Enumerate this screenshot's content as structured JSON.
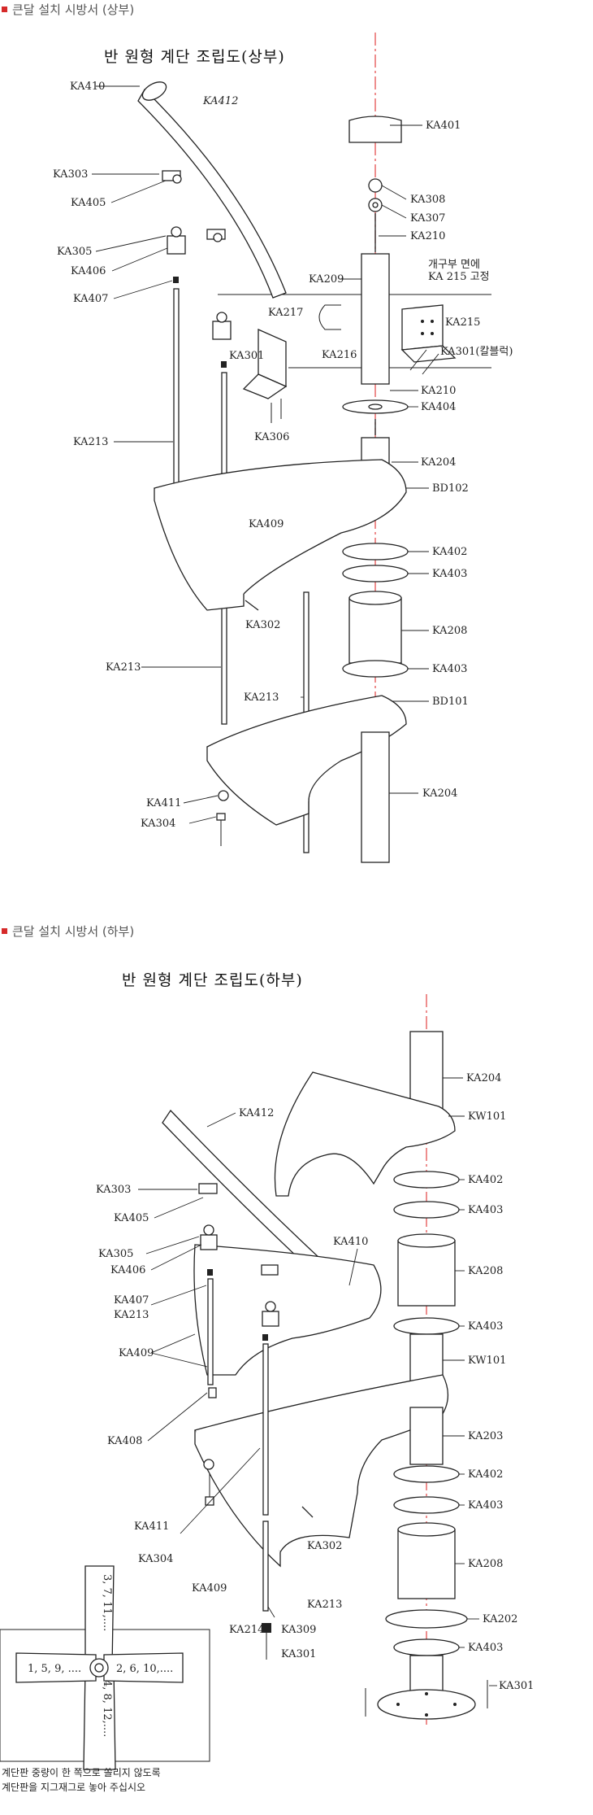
{
  "upper": {
    "section_title": "큰달 설치 시방서 (상부)",
    "diagram_title": "반 원형 계단 조립도(상부)",
    "labels": {
      "KA410": "KA410",
      "KA412": "KA412",
      "KA303": "KA303",
      "KA405": "KA405",
      "KA305": "KA305",
      "KA406": "KA406",
      "KA407": "KA407",
      "KA217": "KA217",
      "KA301a": "KA301",
      "KA306": "KA306",
      "KA213a": "KA213",
      "KA409": "KA409",
      "KA302": "KA302",
      "KA213b": "KA213",
      "KA213c": "KA213",
      "KA411": "KA411",
      "KA304": "KA304",
      "KA401": "KA401",
      "KA308": "KA308",
      "KA307": "KA307",
      "KA210a": "KA210",
      "KA209": "KA209",
      "KA216": "KA216",
      "KA215": "KA215",
      "KA301b": "KA301(칼블럭)",
      "KA210b": "KA210",
      "KA404": "KA404",
      "KA204a": "KA204",
      "BD102": "BD102",
      "KA402": "KA402",
      "KA403a": "KA403",
      "KA208": "KA208",
      "KA403b": "KA403",
      "BD101": "BD101",
      "KA204b": "KA204"
    },
    "note1": "개구부 면에",
    "note2": "KA 215 고정"
  },
  "lower": {
    "section_title": "큰달 설치 시방서 (하부)",
    "diagram_title": "반 원형 계단 조립도(하부)",
    "labels": {
      "KA412": "KA412",
      "KA303": "KA303",
      "KA405": "KA405",
      "KA305": "KA305",
      "KA406": "KA406",
      "KA410": "KA410",
      "KA407": "KA407",
      "KA213a": "KA213",
      "KA409a": "KA409",
      "KA408": "KA408",
      "KA411": "KA411",
      "KA304": "KA304",
      "KA409b": "KA409",
      "KA302": "KA302",
      "KA213b": "KA213",
      "KA214": "KA214",
      "KA309": "KA309",
      "KA301a": "KA301",
      "KA204": "KA204",
      "KW101a": "KW101",
      "KA402a": "KA402",
      "KA403a": "KA403",
      "KA208a": "KA208",
      "KA403b": "KA403",
      "KW101b": "KW101",
      "KA203": "KA203",
      "KA402b": "KA402",
      "KA403c": "KA403",
      "KA208b": "KA208",
      "KA202": "KA202",
      "KA403d": "KA403",
      "KA301b": "KA301"
    },
    "inset": {
      "left_group": "1, 5, 9, ....",
      "right_group": "2, 6, 10,....",
      "top_group": "3, 7, 11,....",
      "bottom_group": "4, 8, 12,....",
      "note_line1": "계단판 중량이 한 쪽으로 쏠리지 않도록",
      "note_line2": "계단판을 지그재그로 놓아 주십시오"
    }
  },
  "colors": {
    "axis": "#e24444",
    "marker": "#d62a2a",
    "line": "#222222"
  }
}
